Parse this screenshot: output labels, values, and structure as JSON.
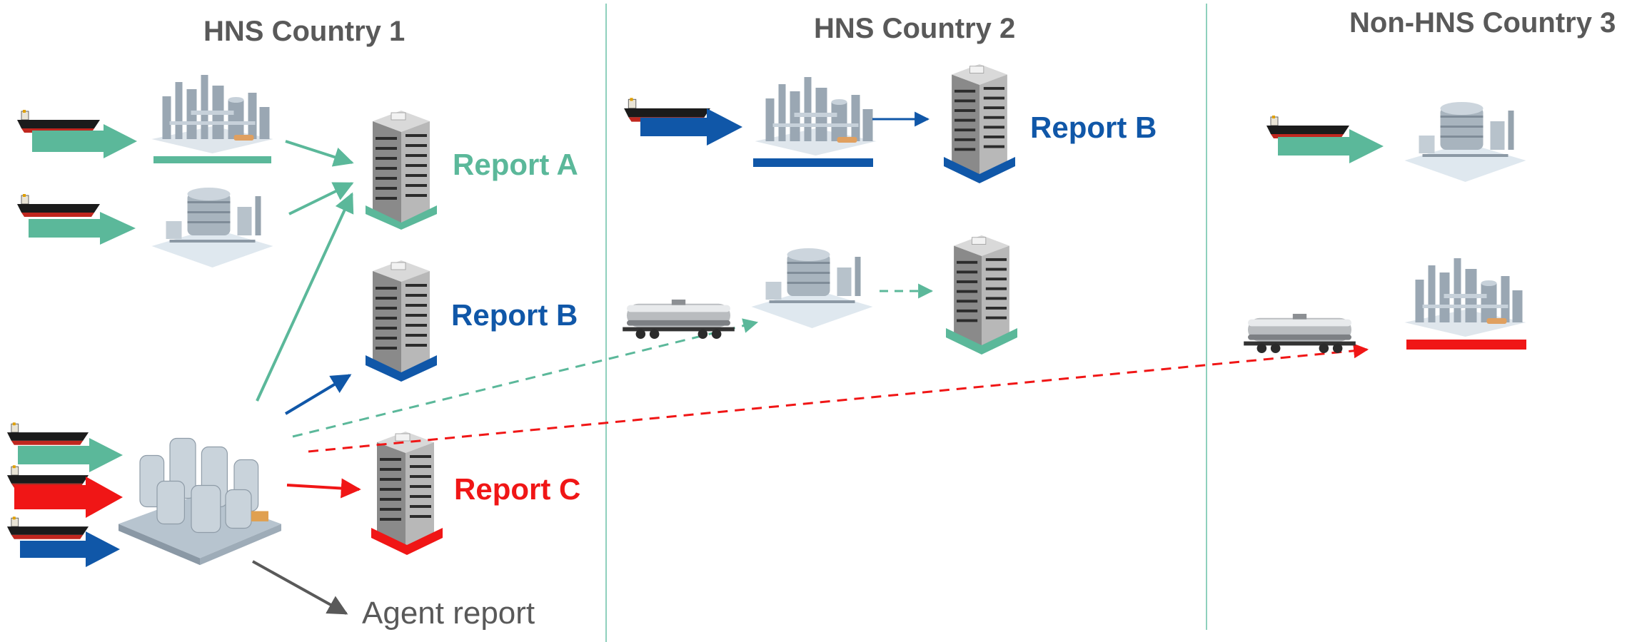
{
  "countries": [
    {
      "title": "HNS Country 1"
    },
    {
      "title": "HNS Country 2"
    },
    {
      "title": "Non-HNS Country 3"
    }
  ],
  "reports": {
    "a_country1": "Report A",
    "b_country1": "Report B",
    "c_country1": "Report C",
    "b_country2": "Report B",
    "agent": "Agent report"
  },
  "colors": {
    "green": "#5bb89a",
    "blue": "#1057a8",
    "red": "#f01616",
    "gray": "#595959",
    "divider": "#8fd0bd"
  }
}
